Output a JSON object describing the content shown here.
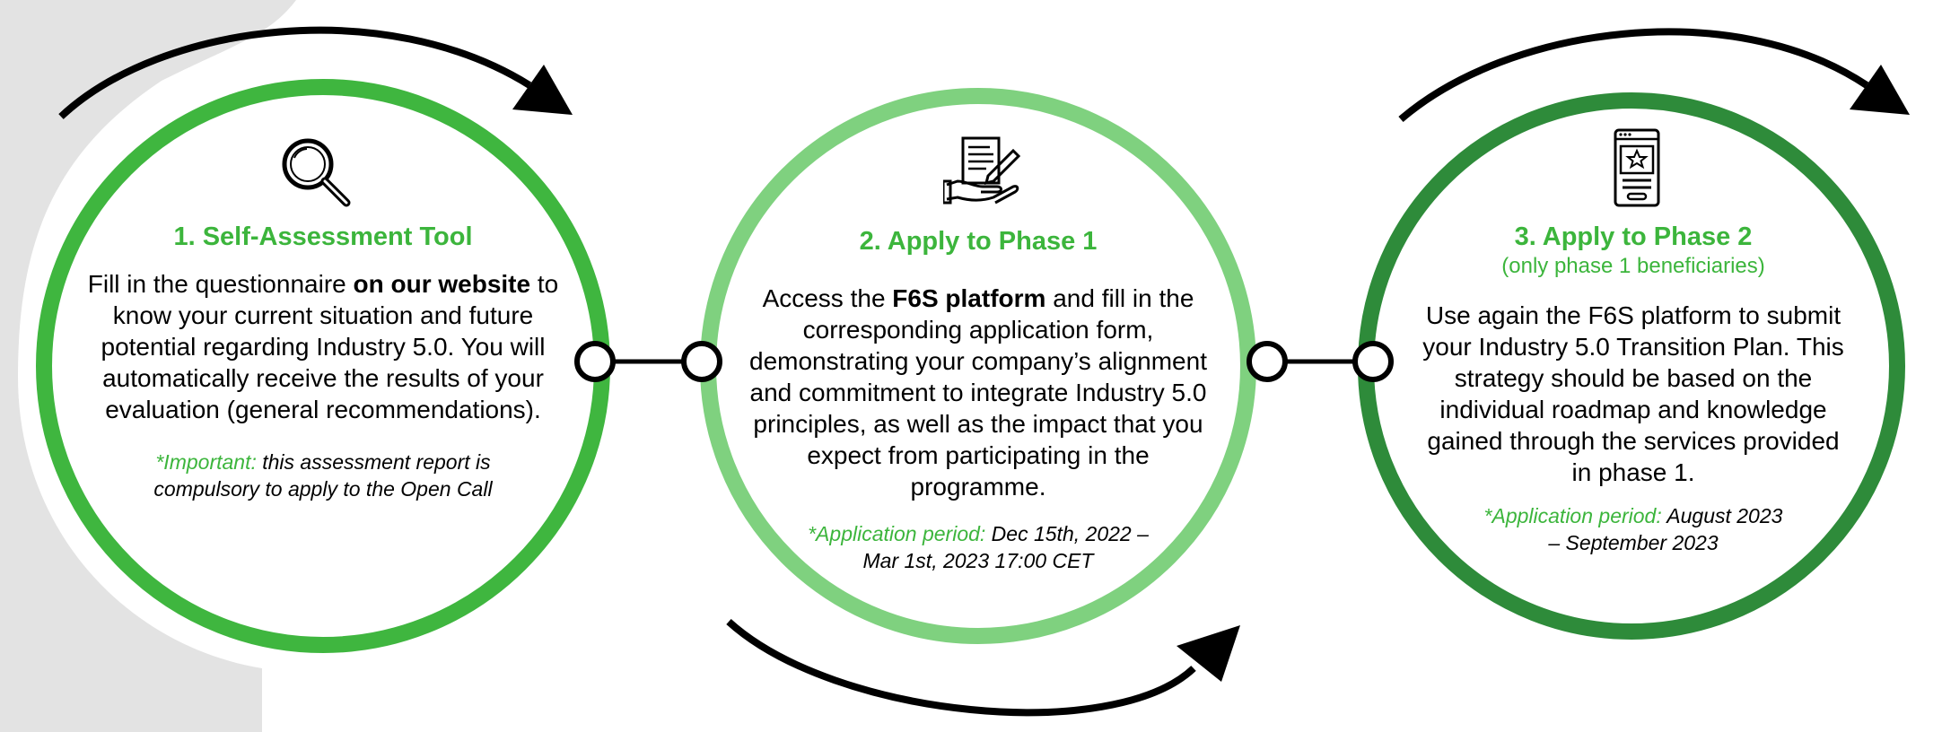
{
  "colors": {
    "step1": "#3fb63f",
    "step2": "#7fd17f",
    "step3": "#2e8b3a",
    "title1": "#3cb53c",
    "title2": "#3cb53c",
    "title3": "#3cb53c",
    "connector": "#000000",
    "background_shape": "#e3e3e3"
  },
  "steps": [
    {
      "icon": "magnifier-icon",
      "title": "1. Self-Assessment Tool",
      "body_pre": "Fill in the questionnaire ",
      "body_bold": "on our website",
      "body_post": " to know your current situation and future potential regarding Industry 5.0. You will automatically receive the results of your evaluation (general recommendations).",
      "note_label": "*Important:",
      "note_text": " this assessment report is compulsory to apply to the Open Call"
    },
    {
      "icon": "signed-document-icon",
      "title": "2. Apply to Phase 1",
      "body_pre": "Access the ",
      "body_bold": "F6S platform",
      "body_post": " and fill in the corresponding application form, demonstrating your company’s alignment and commitment to integrate Industry 5.0 principles, as well as the impact that you expect from participating in the programme.",
      "note_label": "*Application period:",
      "note_text": " Dec 15th, 2022 – Mar 1st, 2023 17:00 CET"
    },
    {
      "icon": "web-star-page-icon",
      "title": "3. Apply to Phase 2",
      "subtitle": "(only phase 1 beneficiaries)",
      "body_pre": "Use again the F6S platform to submit your Industry 5.0 Transition Plan. This strategy should be based on the individual roadmap and knowledge gained through the services provided in phase 1.",
      "note_label": "*Application period:",
      "note_text": " August 2023 – September 2023"
    }
  ]
}
